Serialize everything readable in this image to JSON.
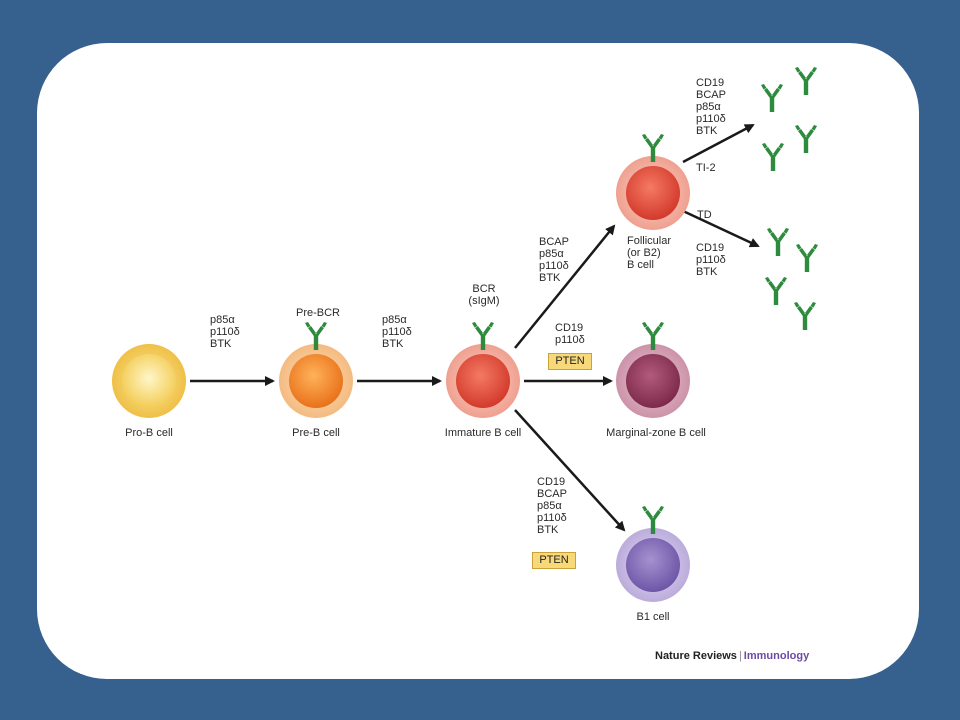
{
  "cells": {
    "pro_b": "Pro-B cell",
    "pre_b": "Pre-B cell",
    "immature_b": "Immature B cell",
    "follicular": [
      "Follicular",
      "(or B2)",
      "B cell"
    ],
    "marginal_zone": "Marginal-zone B cell",
    "b1": "B1 cell"
  },
  "receptors": {
    "pre_bcr": "Pre-BCR",
    "bcr": [
      "BCR",
      "(sIgM)"
    ]
  },
  "signals": {
    "pro_to_pre": [
      "p85α",
      "p110δ",
      "BTK"
    ],
    "pre_to_immature": [
      "p85α",
      "p110δ",
      "BTK"
    ],
    "to_follicular": [
      "BCAP",
      "p85α",
      "p110δ",
      "BTK"
    ],
    "to_marginal": [
      "CD19",
      "p110δ"
    ],
    "to_b1": [
      "CD19",
      "BCAP",
      "p85α",
      "p110δ",
      "BTK"
    ],
    "ti2_factors": [
      "CD19",
      "BCAP",
      "p85α",
      "p110δ",
      "BTK"
    ],
    "td_factors": [
      "CD19",
      "p110δ",
      "BTK"
    ],
    "ti2": "TI-2",
    "td": "TD",
    "pten": "PTEN"
  },
  "credit": {
    "publisher": "Nature Reviews",
    "separator": "|",
    "journal": "Immunology"
  },
  "colors": {
    "background": "#36618f",
    "card": "#ffffff",
    "antibody": "#2e8b3e",
    "arrow": "#1a1a1a",
    "pten_fill": "#f8d97a"
  },
  "icons": [
    "antibody-icon",
    "arrow-icon"
  ]
}
